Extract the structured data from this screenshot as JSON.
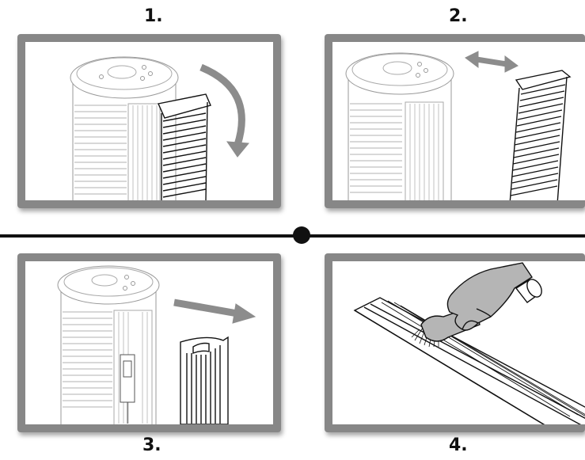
{
  "steps": [
    {
      "number": "1."
    },
    {
      "number": "2."
    },
    {
      "number": "3."
    },
    {
      "number": "4."
    }
  ],
  "colors": {
    "frame": "#878787",
    "panel": "#ffffff",
    "line": "#111111",
    "arrow": "#8c8c8c",
    "skin": "#b5b5b5"
  },
  "icons": [
    "curved-arrow-down",
    "double-arrow-horizontal",
    "arrow-right"
  ]
}
